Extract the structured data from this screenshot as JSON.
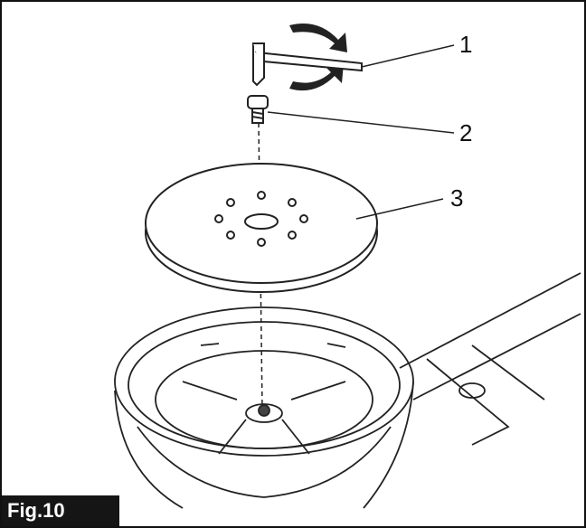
{
  "figure": {
    "label": "Fig.10",
    "callouts": [
      {
        "number": "1",
        "part": "hex-wrench"
      },
      {
        "number": "2",
        "part": "bolt"
      },
      {
        "number": "3",
        "part": "sanding-pad"
      }
    ]
  },
  "colors": {
    "line": "#222222",
    "label_bg": "#151515",
    "label_text": "#ffffff"
  }
}
